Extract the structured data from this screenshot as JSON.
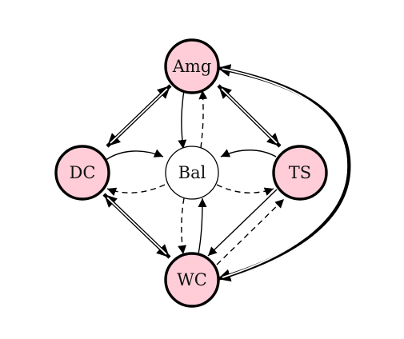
{
  "diagram": {
    "colors": {
      "outer_fill": "#ffcdd8",
      "center_fill": "#ffffff",
      "stroke": "#000000"
    },
    "nodes": {
      "amg": "Amg",
      "dc": "DC",
      "bal": "Bal",
      "ts": "TS",
      "wc": "WC"
    },
    "edges": [
      {
        "from": "Amg",
        "to": "DC",
        "style": "double",
        "direction": "both"
      },
      {
        "from": "Amg",
        "to": "TS",
        "style": "double",
        "direction": "both"
      },
      {
        "from": "DC",
        "to": "WC",
        "style": "double",
        "direction": "both"
      },
      {
        "from": "Amg",
        "to": "WC",
        "style": "double",
        "direction": "both"
      },
      {
        "from": "Amg",
        "to": "Bal",
        "style": "solid"
      },
      {
        "from": "Bal",
        "to": "Amg",
        "style": "dashed"
      },
      {
        "from": "DC",
        "to": "Bal",
        "style": "solid"
      },
      {
        "from": "Bal",
        "to": "DC",
        "style": "dashed"
      },
      {
        "from": "TS",
        "to": "Bal",
        "style": "solid"
      },
      {
        "from": "Bal",
        "to": "TS",
        "style": "dashed"
      },
      {
        "from": "WC",
        "to": "Bal",
        "style": "solid"
      },
      {
        "from": "Bal",
        "to": "WC",
        "style": "dashed"
      },
      {
        "from": "TS",
        "to": "WC",
        "style": "solid"
      },
      {
        "from": "WC",
        "to": "TS",
        "style": "dashed"
      }
    ]
  }
}
